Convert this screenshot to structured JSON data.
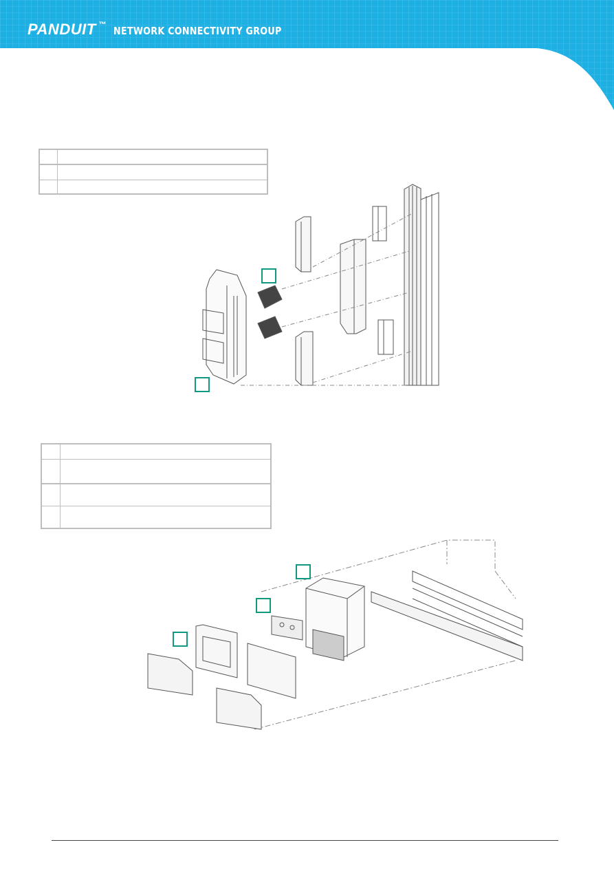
{
  "header": {
    "brand": "PANDUIT",
    "trademark": "™",
    "division": "NETWORK CONNECTIVITY GROUP",
    "band_color": "#1fb0e3"
  },
  "tables": [
    {
      "rows": [
        [
          "",
          ""
        ],
        [
          "",
          ""
        ],
        [
          "",
          ""
        ]
      ]
    },
    {
      "rows": [
        [
          "",
          ""
        ],
        [
          "",
          ""
        ],
        [
          "",
          ""
        ],
        [
          "",
          ""
        ]
      ]
    }
  ],
  "callout_color": "#0f9a7f",
  "figures": [
    "vertical-raceway-outlet-assembly",
    "horizontal-raceway-outlet-box-assembly"
  ]
}
